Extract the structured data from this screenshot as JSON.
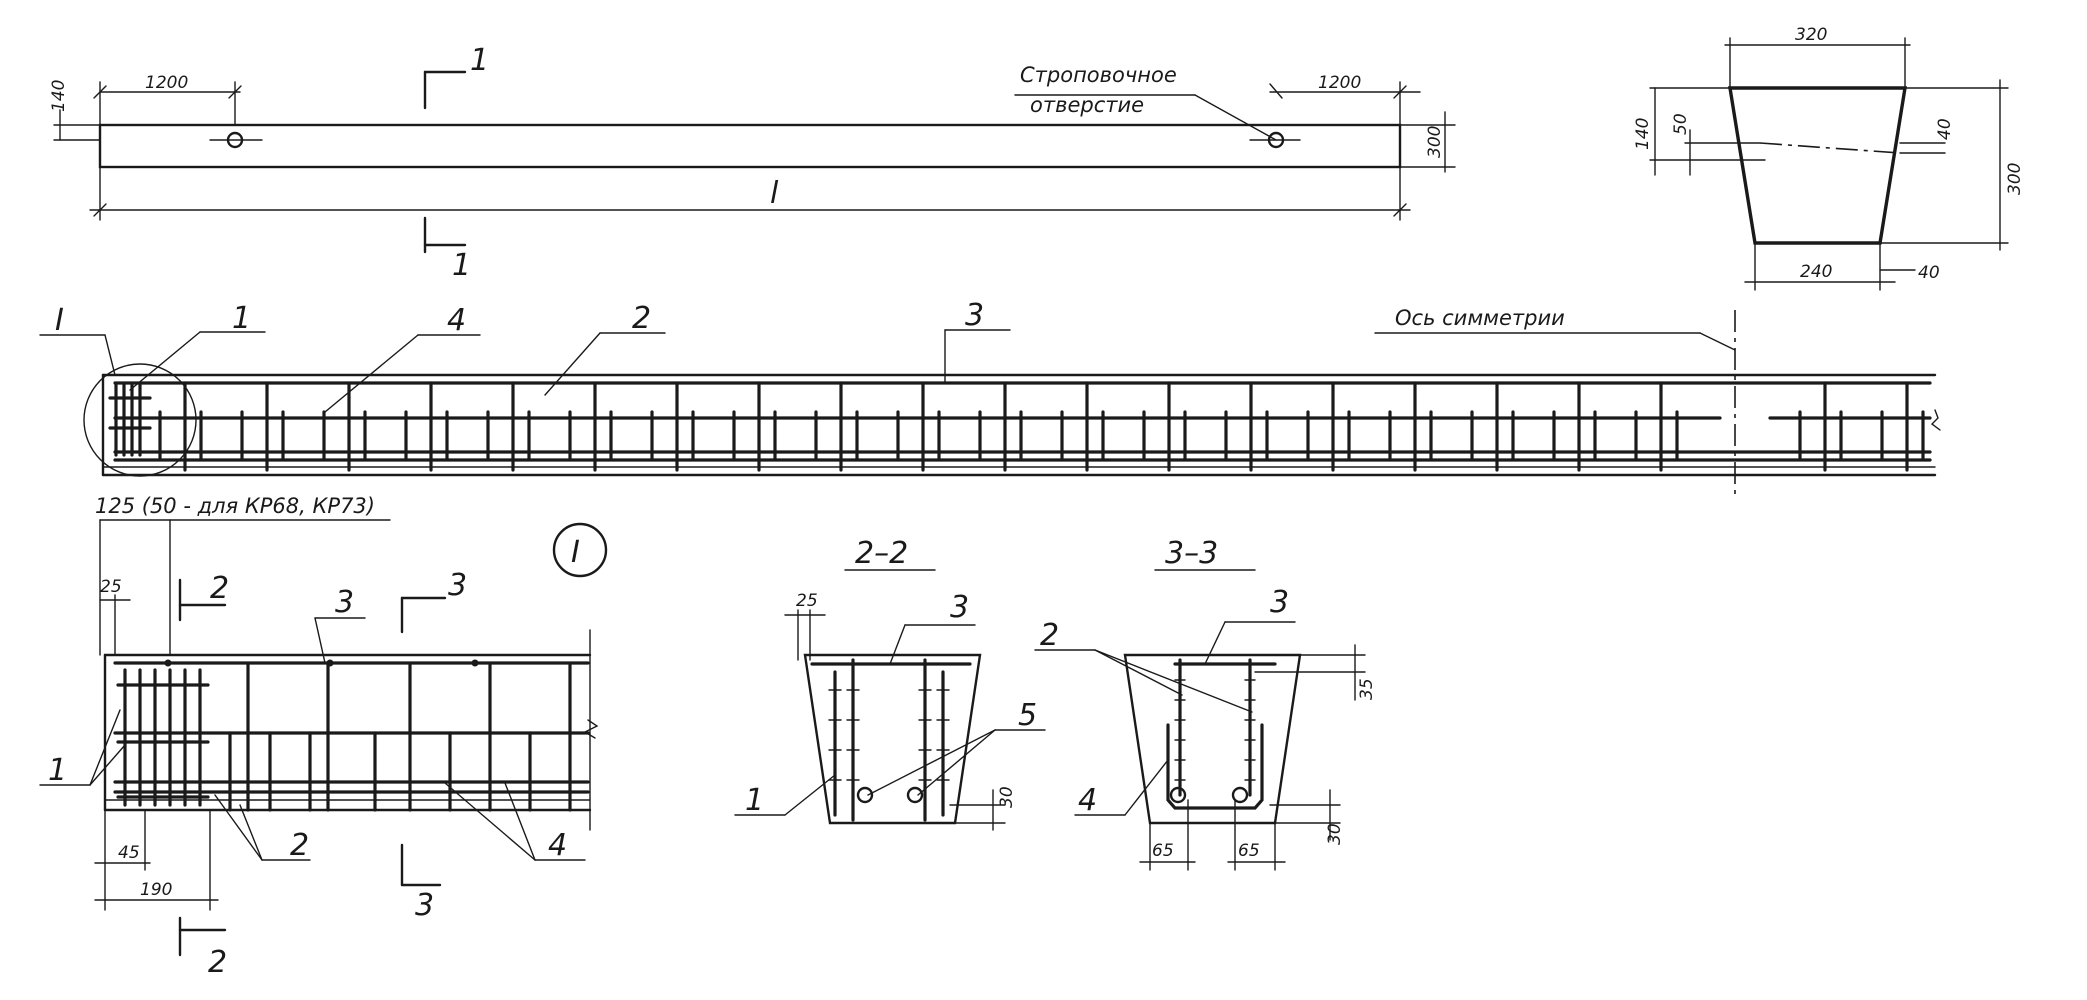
{
  "dims": {
    "d1200": "1200",
    "d140": "140",
    "d300": "300",
    "dl": "l",
    "d320": "320",
    "d50": "50",
    "d40": "40",
    "d240": "240",
    "d25": "25",
    "d45": "45",
    "d190": "190",
    "d35": "35",
    "d30": "30",
    "d65": "65"
  },
  "notes": {
    "lifting_hole_1": "Строповочное",
    "lifting_hole_2": "отверстие",
    "symmetry_axis": "Ось симметрии",
    "d125": "125 (50 - для КР68, КР73)"
  },
  "labels": {
    "one": "1",
    "two": "2",
    "three": "3",
    "four": "4",
    "five": "5",
    "detail": "I",
    "sec22": "2–2",
    "sec33": "3–3"
  }
}
